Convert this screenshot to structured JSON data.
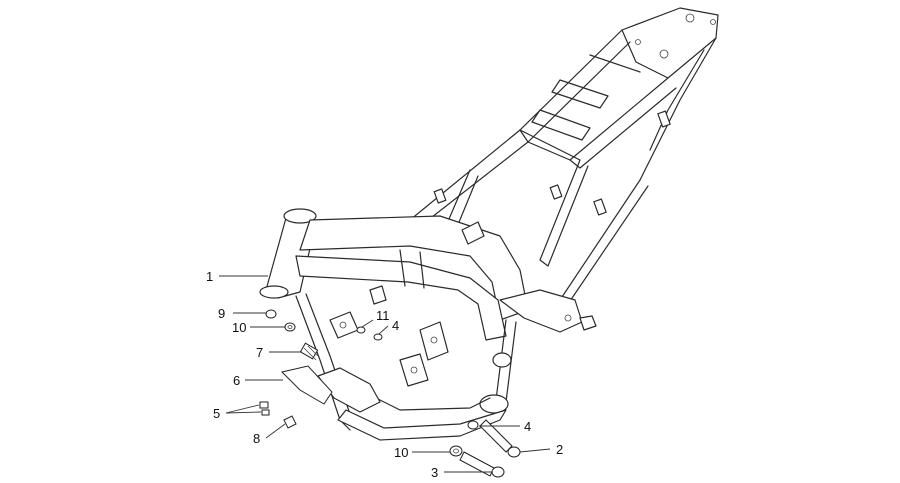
{
  "callouts": {
    "c1": "1",
    "c2": "2",
    "c3": "3",
    "c4a": "4",
    "c4b": "4",
    "c5": "5",
    "c6": "6",
    "c7": "7",
    "c8": "8",
    "c9": "9",
    "c10a": "10",
    "c10b": "10",
    "c11": "11"
  },
  "colors": {
    "line": "#2b2b2b",
    "background": "#ffffff"
  }
}
